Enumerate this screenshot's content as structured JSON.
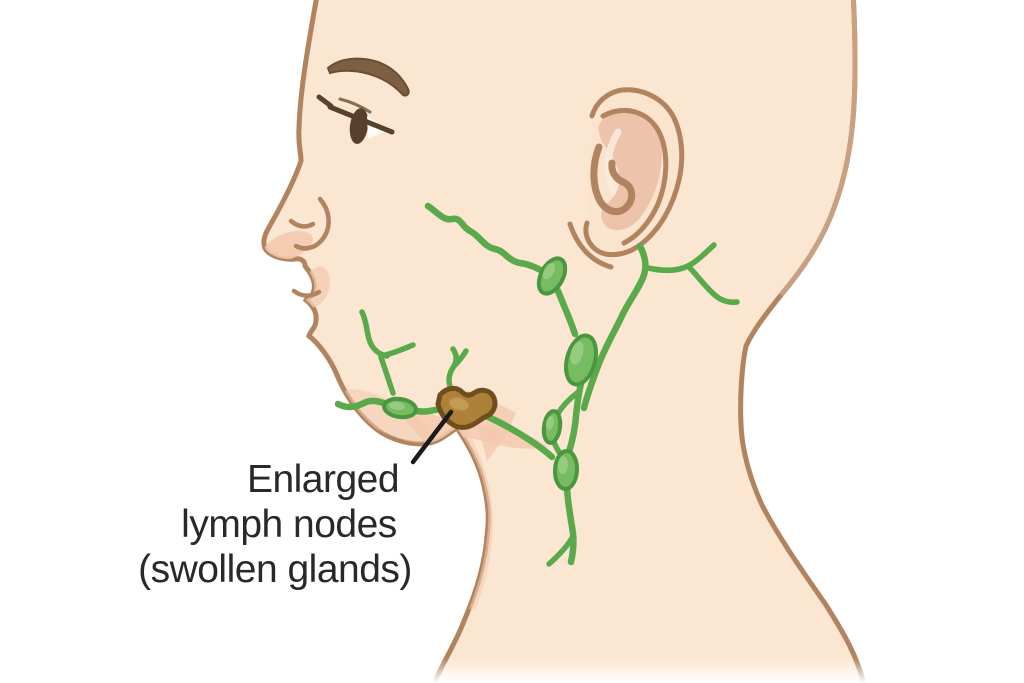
{
  "illustration": {
    "label": {
      "line1": "Enlarged",
      "line2": "lymph nodes",
      "line3": "(swollen glands)"
    }
  },
  "colors": {
    "background": "#ffffff",
    "skin": "#fbe6d1",
    "skinShadow": "#f3c9ae",
    "outline": "#b1835f",
    "outlineLight": "#c9a184",
    "earBase": "#fae4ce",
    "earInner": "#ebbfa7",
    "browBrown": "#7d5f44",
    "eyeBrown": "#57412d",
    "lymphVessel": "#5aa94b",
    "nodeFill": "#77bc60",
    "nodeStroke": "#4a9740",
    "nodeHighlight": "#a6d491",
    "enlargedFill": "#ad8138",
    "enlargedStroke": "#6f4e1e",
    "enlargedHighlight": "#c7a057",
    "labelText": "#2b2927",
    "pointerLine": "#1d1b1a"
  }
}
